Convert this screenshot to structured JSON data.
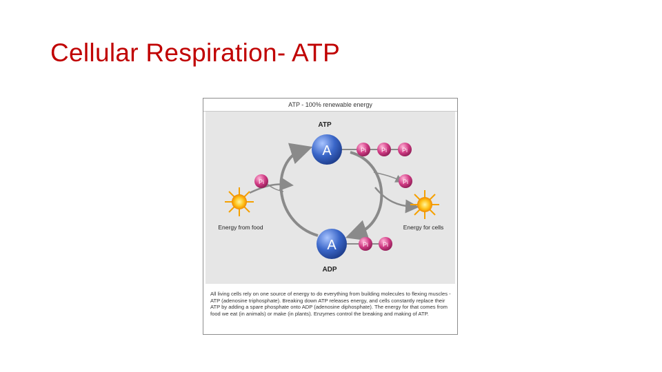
{
  "slide": {
    "title": "Cellular Respiration- ATP"
  },
  "figure": {
    "header": "ATP - 100% renewable energy",
    "atp_label": "ATP",
    "adp_label": "ADP",
    "adenosine_symbol": "A",
    "phosphate_symbol": "Pi",
    "energy_in_label": "Energy from food",
    "energy_out_label": "Energy for cells",
    "caption": "All living cells rely on one source of energy to do everything from building molecules to flexing muscles - ATP (adenosine triphosphate). Breaking down ATP releases energy, and cells constantly replace their ATP by adding a spare phosphate onto ADP (adenosine diphosphate). The energy for that comes from food we eat (in animals) or make (in plants). Enzymes control the breaking and making of ATP."
  },
  "colors": {
    "title": "#c00000",
    "adenosine": "#3a66c8",
    "phosphate": "#d23d86",
    "sun": "#f5a000",
    "arrow": "#8a8a8a"
  }
}
